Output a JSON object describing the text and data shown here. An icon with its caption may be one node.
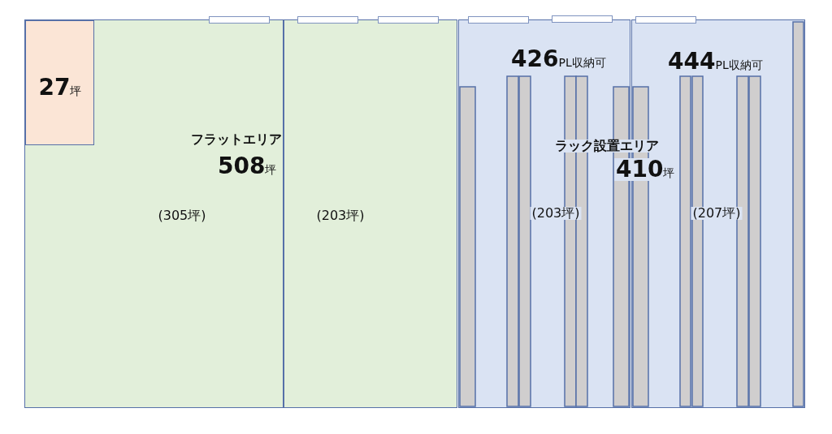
{
  "diagram": {
    "nodes": [
      {
        "text": [
          "(305坪)"
        ]
      },
      {
        "text": [
          "27坪"
        ],
        "in": 0
      },
      {
        "text": [
          "(203坪)"
        ]
      },
      {
        "text": [
          "426PL収納可",
          "(203坪)"
        ]
      },
      {
        "text": [
          "444PL収納可",
          "(207坪)"
        ]
      }
    ],
    "labels": [
      "フラットエリア",
      "508坪",
      "ラック設置エリア",
      "410坪"
    ]
  }
}
